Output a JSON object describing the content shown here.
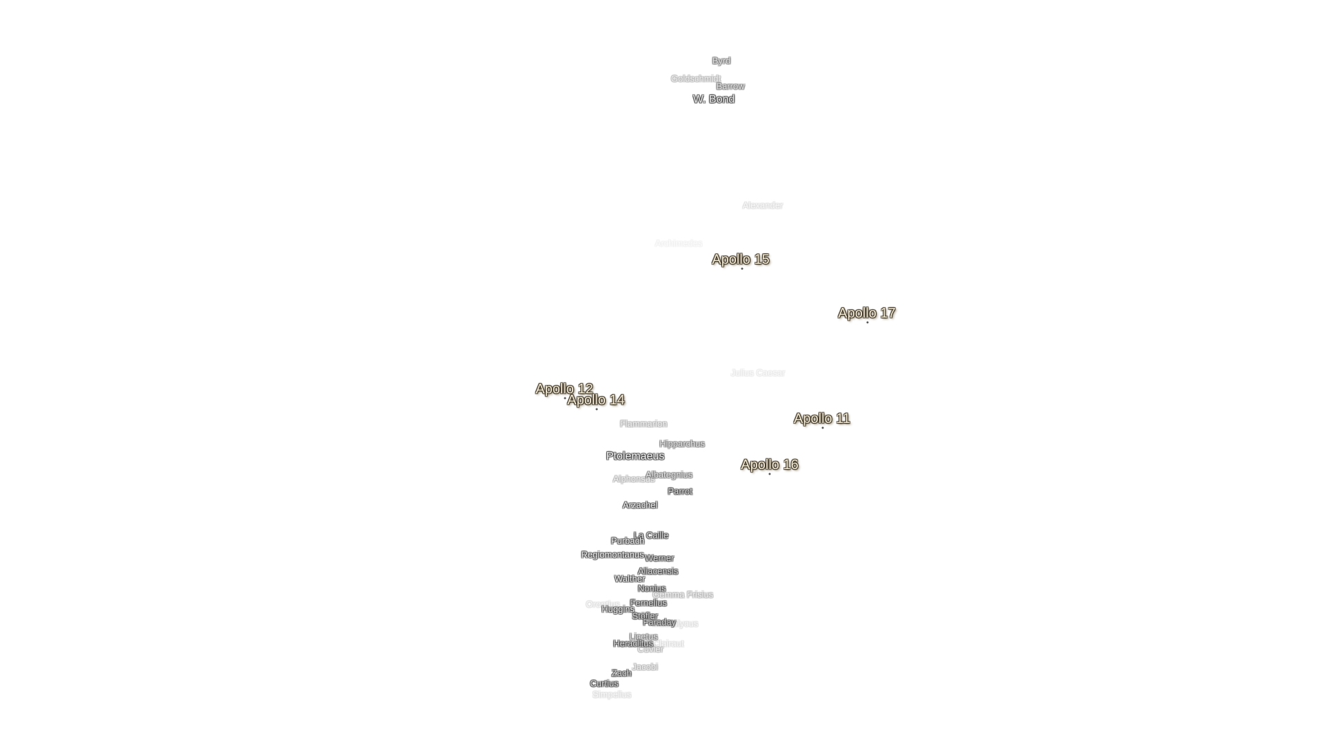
{
  "map": {
    "landing_sites": [
      {
        "id": "apollo-11",
        "label": "Apollo 11"
      },
      {
        "id": "apollo-12",
        "label": "Apollo 12"
      },
      {
        "id": "apollo-14",
        "label": "Apollo 14"
      },
      {
        "id": "apollo-15",
        "label": "Apollo 15"
      },
      {
        "id": "apollo-16",
        "label": "Apollo 16"
      },
      {
        "id": "apollo-17",
        "label": "Apollo 17"
      }
    ],
    "craters": [
      {
        "id": "byrd",
        "label": "Byrd"
      },
      {
        "id": "goldschmidt",
        "label": "Goldschmidt"
      },
      {
        "id": "barrow",
        "label": "Barrow"
      },
      {
        "id": "w-bond",
        "label": "W. Bond"
      },
      {
        "id": "alexander",
        "label": "Alexander"
      },
      {
        "id": "archimedes",
        "label": "Archimedes"
      },
      {
        "id": "julius-caesar",
        "label": "Julius Caesar"
      },
      {
        "id": "flammarion",
        "label": "Flammarion"
      },
      {
        "id": "hipparchus",
        "label": "Hipparchus"
      },
      {
        "id": "ptolemaeus",
        "label": "Ptolemaeus"
      },
      {
        "id": "albategnius",
        "label": "Albategnius"
      },
      {
        "id": "alphonsus",
        "label": "Alphonsus"
      },
      {
        "id": "parrot",
        "label": "Parrot"
      },
      {
        "id": "arzachel",
        "label": "Arzachel"
      },
      {
        "id": "la-caille",
        "label": "La Caille"
      },
      {
        "id": "purbach",
        "label": "Purbach"
      },
      {
        "id": "regiomontanus",
        "label": "Regiomontanus"
      },
      {
        "id": "werner",
        "label": "Werner"
      },
      {
        "id": "aliacensis",
        "label": "Aliacensis"
      },
      {
        "id": "walther",
        "label": "Walther"
      },
      {
        "id": "nonius",
        "label": "Nonius"
      },
      {
        "id": "gemma-frisius",
        "label": "Gemma Frisius"
      },
      {
        "id": "orontius",
        "label": "Orontius"
      },
      {
        "id": "fernelius",
        "label": "Fernelius"
      },
      {
        "id": "huggins",
        "label": "Huggins"
      },
      {
        "id": "stofler",
        "label": "Stöfler"
      },
      {
        "id": "faraday",
        "label": "Faraday"
      },
      {
        "id": "maurolycus",
        "label": "Maurolycus"
      },
      {
        "id": "licetus",
        "label": "Licetus"
      },
      {
        "id": "heraclitus",
        "label": "Heraclitus"
      },
      {
        "id": "cuvier",
        "label": "Cuvier"
      },
      {
        "id": "clairaut",
        "label": "Clairaut"
      },
      {
        "id": "jacobi",
        "label": "Jacobi"
      },
      {
        "id": "zach",
        "label": "Zach"
      },
      {
        "id": "curtius",
        "label": "Curtius"
      },
      {
        "id": "simpelius",
        "label": "Simpelius"
      }
    ]
  }
}
